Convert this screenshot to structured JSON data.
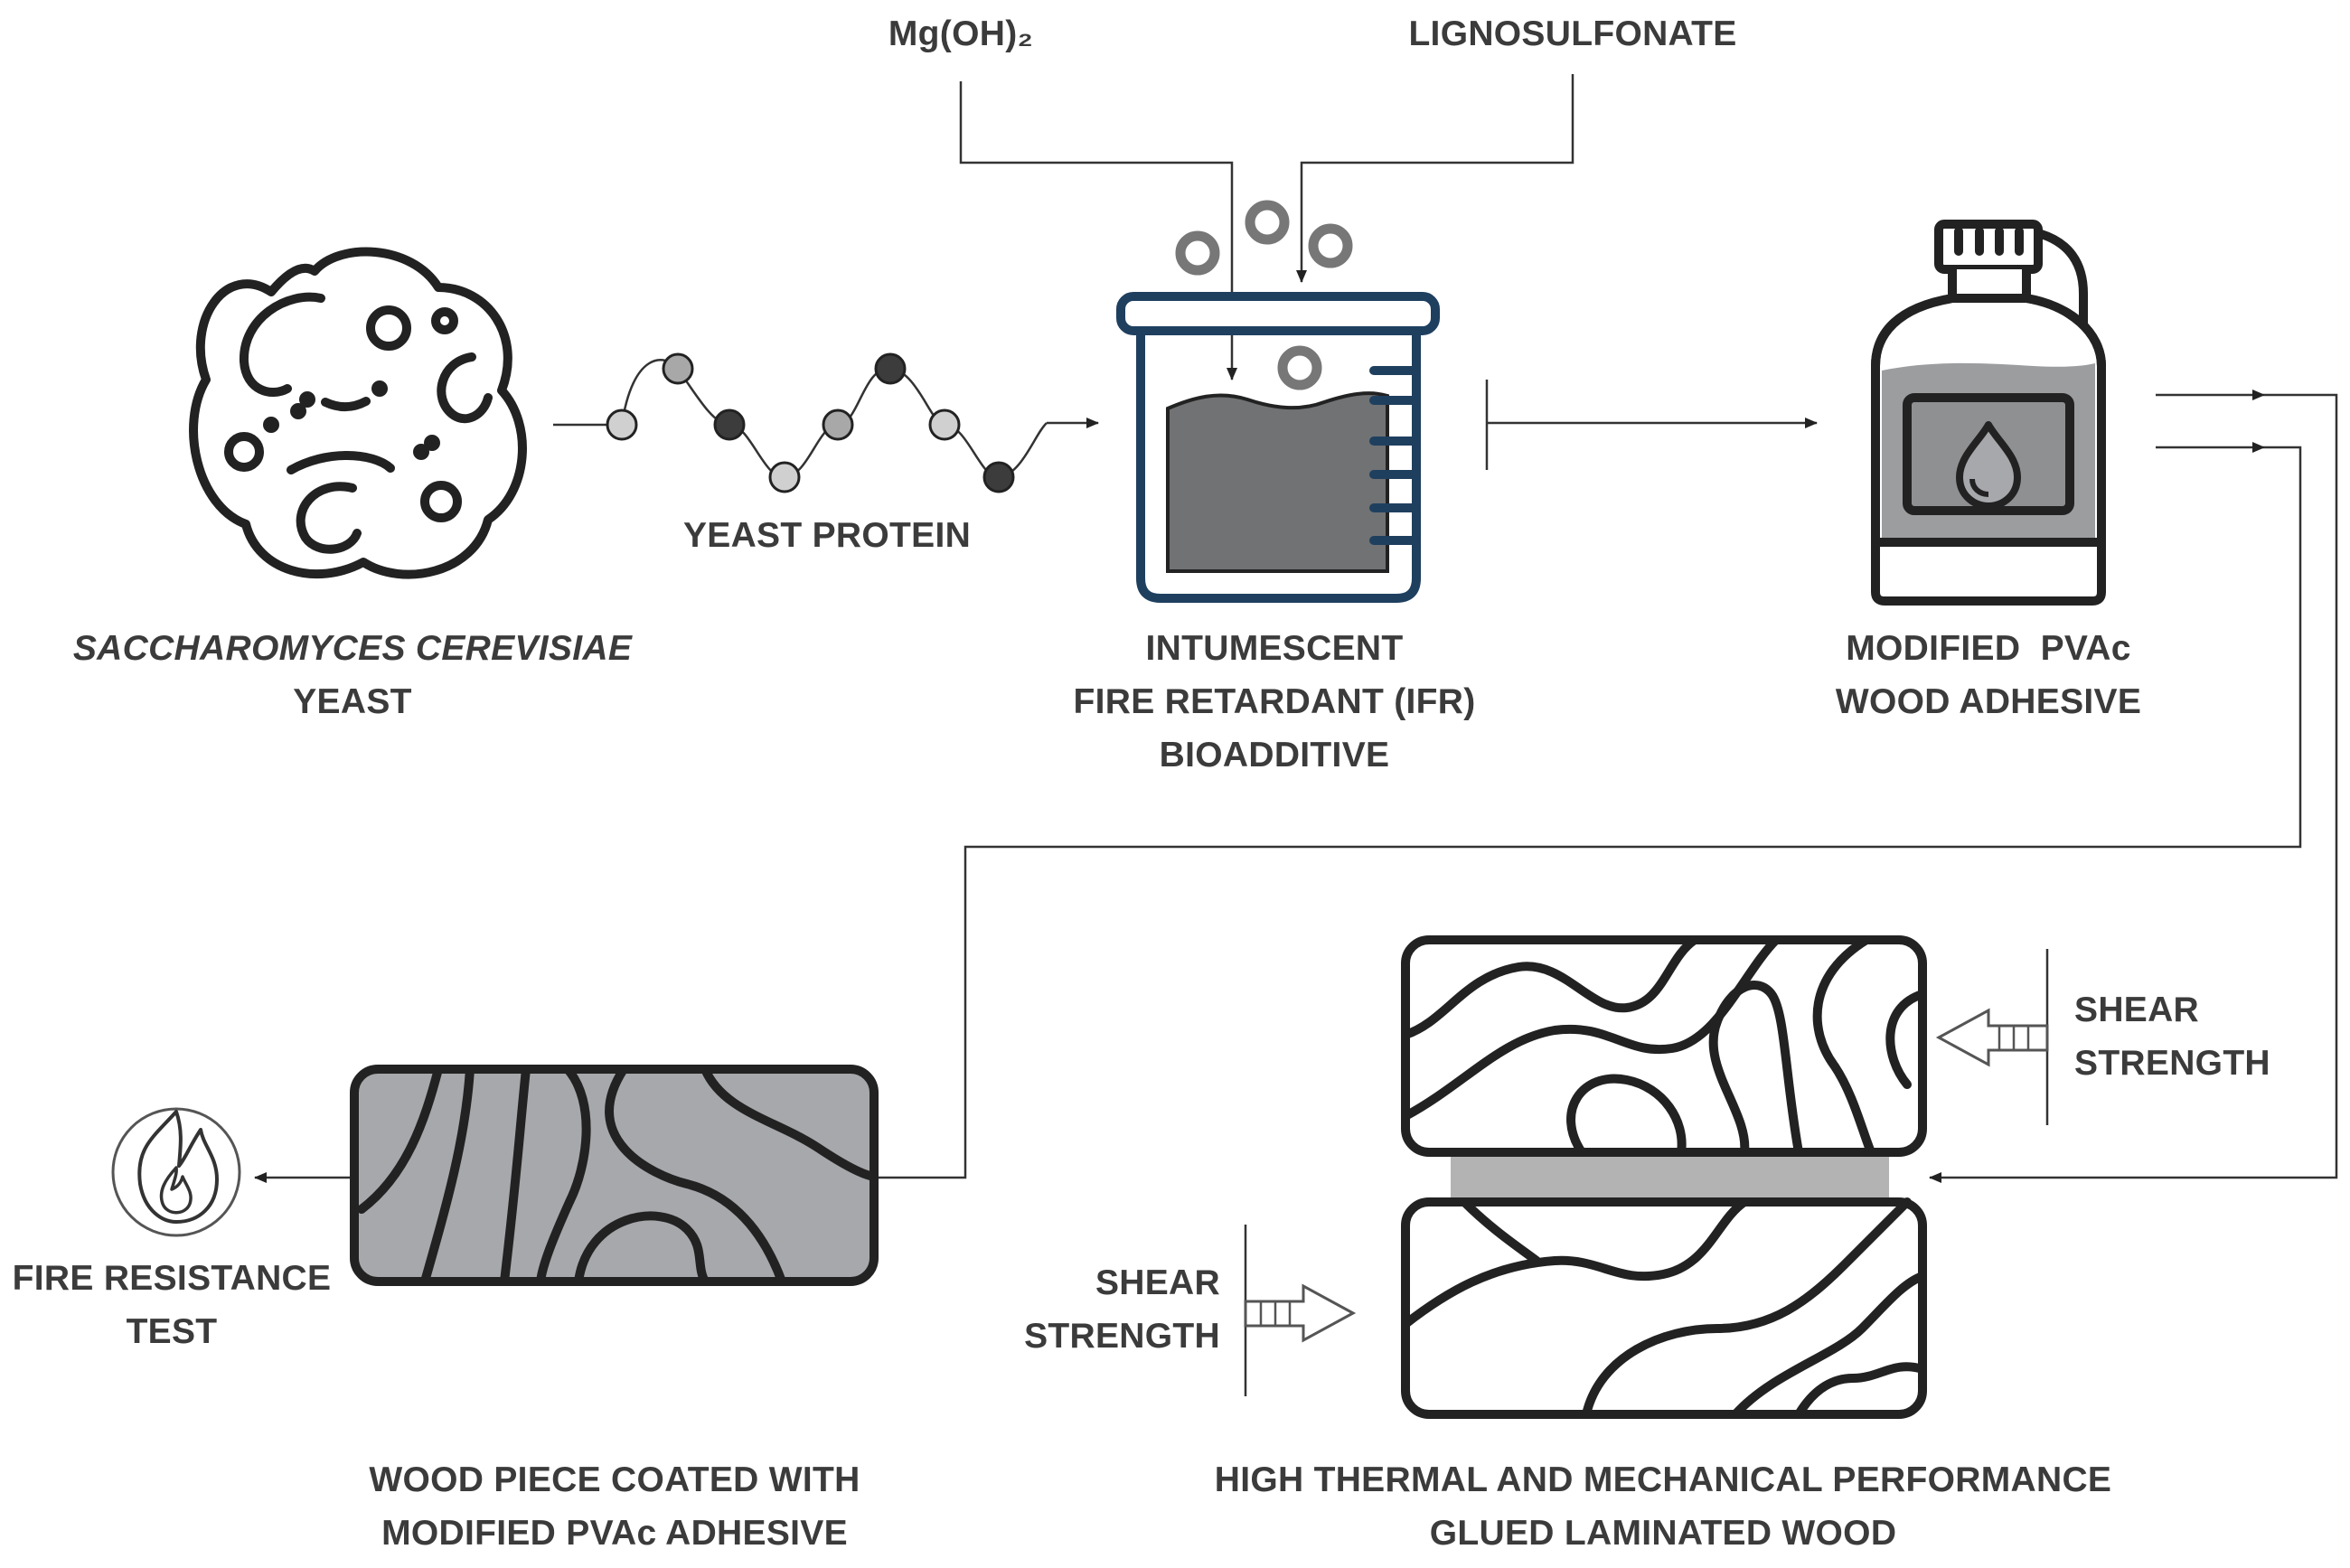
{
  "colors": {
    "line": "#222222",
    "label_text": "#3b3b3b",
    "beaker_outline": "#1f3f5f",
    "liquid_fill": "#707274",
    "wood_fill": "#a6a8ab",
    "glue_fill": "#b3b3b3",
    "bead_light": "#d0d0d0",
    "bead_mid": "#a8a8a8",
    "bead_dark": "#3c3c3c"
  },
  "inputs": {
    "mg_oh2": "Mg(OH)₂",
    "lignosulfonate": "LIGNOSULFONATE"
  },
  "yeast": {
    "line1": "SACCHAROMYCES CEREVISIAE",
    "line2": "YEAST",
    "icon": "yeast-cell-icon"
  },
  "protein": {
    "label": "YEAST PROTEIN",
    "icon": "protein-chain-icon"
  },
  "beaker": {
    "line1": "INTUMESCENT",
    "line2": "FIRE RETARDANT (IFR)",
    "line3": "BIOADDITIVE",
    "icon": "beaker-icon"
  },
  "adhesive": {
    "line1": "MODIFIED  PVAc",
    "line2": "WOOD ADHESIVE",
    "icon": "adhesive-bottle-icon"
  },
  "fire_test": {
    "line1": "FIRE RESISTANCE",
    "line2": "TEST",
    "icon": "fire-icon"
  },
  "coated_wood": {
    "line1": "WOOD PIECE COATED WITH",
    "line2": "MODIFIED PVAc ADHESIVE",
    "icon": "wood-piece-icon"
  },
  "laminated": {
    "line1": "HIGH THERMAL AND MECHANICAL PERFORMANCE",
    "line2": "GLUED LAMINATED WOOD",
    "icon": "laminated-wood-icon"
  },
  "shear_top": {
    "line1": "SHEAR",
    "line2": "STRENGTH"
  },
  "shear_bottom": {
    "line1": "SHEAR",
    "line2": "STRENGTH"
  }
}
